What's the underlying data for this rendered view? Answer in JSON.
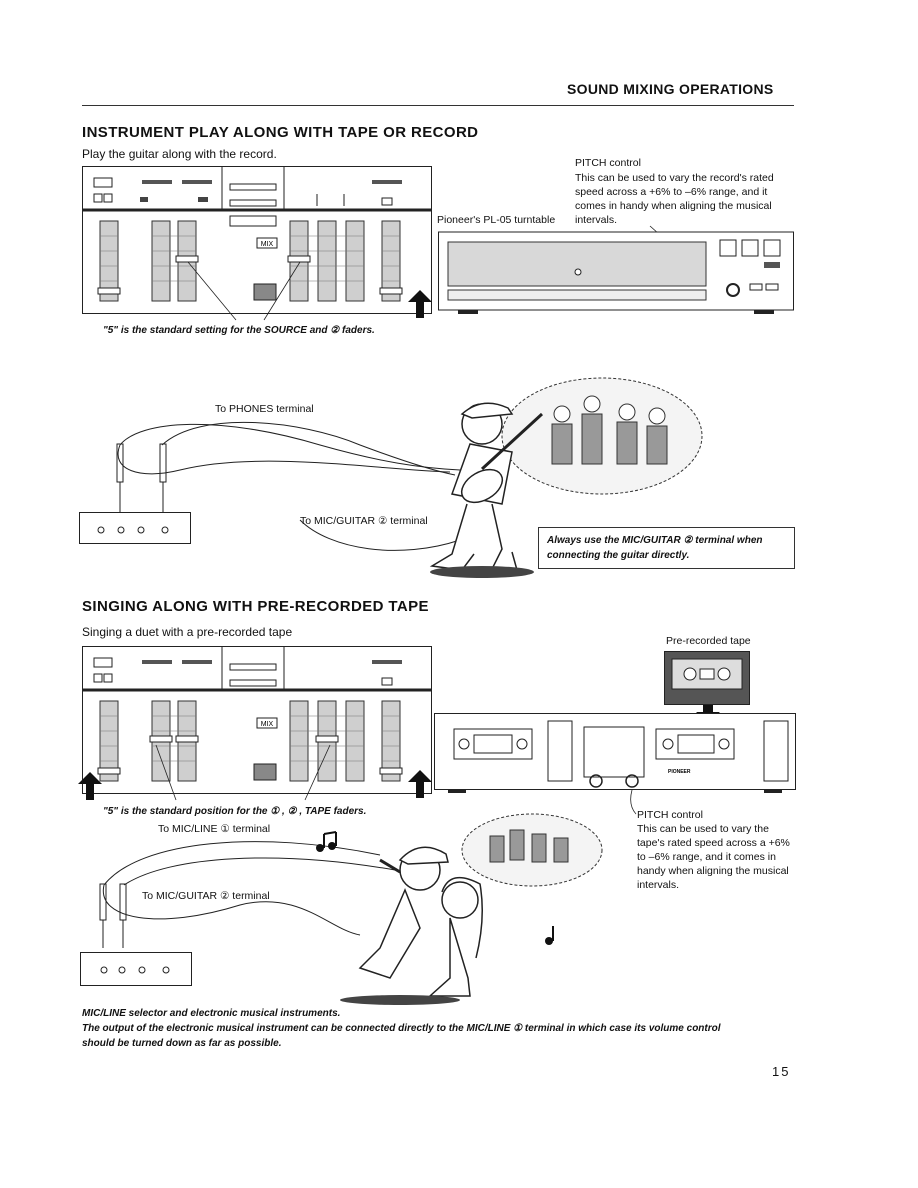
{
  "header": {
    "section_title": "SOUND MIXING OPERATIONS"
  },
  "section1": {
    "title": "INSTRUMENT PLAY ALONG WITH TAPE OR RECORD",
    "subtitle": "Play the guitar along with the record.",
    "pitch_title": "PITCH control",
    "pitch_text_lines": [
      "This can be used to vary the record's rated",
      "speed across a +6% to –6% range, and it",
      "comes in handy when aligning the musical",
      "intervals."
    ],
    "turntable_label": "Pioneer's PL-05 turntable",
    "fader_caption": "\"5\" is the standard setting for the SOURCE and ② faders.",
    "phones_label": "To PHONES terminal",
    "mic_guitar_label": "To MIC/GUITAR ② terminal",
    "note_lines": [
      "Always use the MIC/GUITAR ② terminal when",
      "connecting the guitar directly."
    ],
    "mixer_mix_label": "MIX"
  },
  "section2": {
    "title": "SINGING ALONG WITH PRE-RECORDED TAPE",
    "subtitle": "Singing a duet with a pre-recorded tape",
    "prerecorded_label": "Pre-recorded tape",
    "fader_caption": "\"5\" is the standard position for the ① , ② , TAPE faders.",
    "mic_line_label": "To MIC/LINE ① terminal",
    "mic_guitar_label": "To MIC/GUITAR ② terminal",
    "pitch_title": "PITCH control",
    "pitch_text_lines": [
      "This can be used to vary the",
      "tape's rated speed across a +6%",
      "to –6% range, and it comes in",
      "handy when aligning the musical",
      "intervals."
    ],
    "footnote_lines": [
      "MIC/LINE selector and electronic musical instruments.",
      "The output of the electronic musical instrument can be connected directly to the MIC/LINE ① terminal in which case its volume control",
      "should be turned down as far as possible."
    ],
    "deck_brand": "PIONEER",
    "mixer_mix_label": "MIX"
  },
  "page_number": "15",
  "icons": [
    "mixer-icon",
    "turntable-icon",
    "cassette-deck-icon",
    "cassette-tape-icon",
    "guitarist-illustration",
    "singers-illustration",
    "jack-plug-icon",
    "arrow-up-icon",
    "arrow-down-icon",
    "music-note-icon"
  ]
}
